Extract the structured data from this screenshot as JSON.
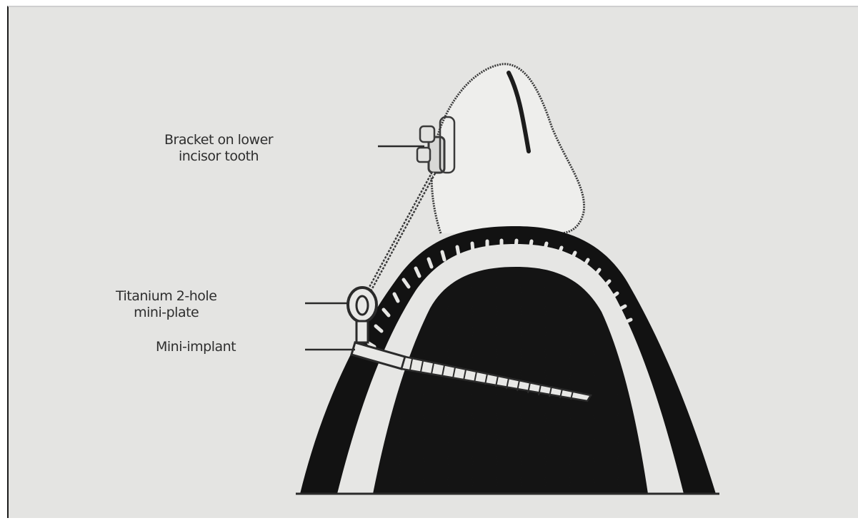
{
  "figure": {
    "labels": {
      "bracket_line1": "Bracket on lower",
      "bracket_line2": "incisor tooth",
      "miniplate_line1": "Titanium 2-hole",
      "miniplate_line2": "mini-plate",
      "mini_implant": "Mini-implant"
    }
  }
}
